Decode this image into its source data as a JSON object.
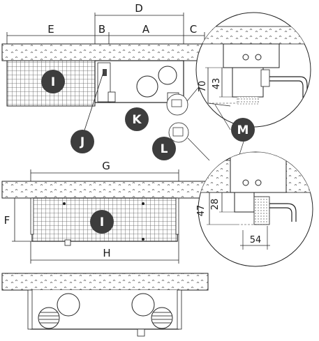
{
  "dimensions": {
    "d": "D",
    "e": "E",
    "b": "B",
    "a": "A",
    "c": "C",
    "g": "G",
    "f": "F",
    "h": "H",
    "v70": "70",
    "v43": "43",
    "v28": "28",
    "v47": "47",
    "v54": "54"
  },
  "callouts": {
    "i_top": "I",
    "i_mid": "I",
    "j": "J",
    "k": "K",
    "l": "L",
    "m": "M"
  },
  "colors": {
    "callout_fill": "#3d3d3d",
    "line": "#222222",
    "hatch": "#555555"
  }
}
